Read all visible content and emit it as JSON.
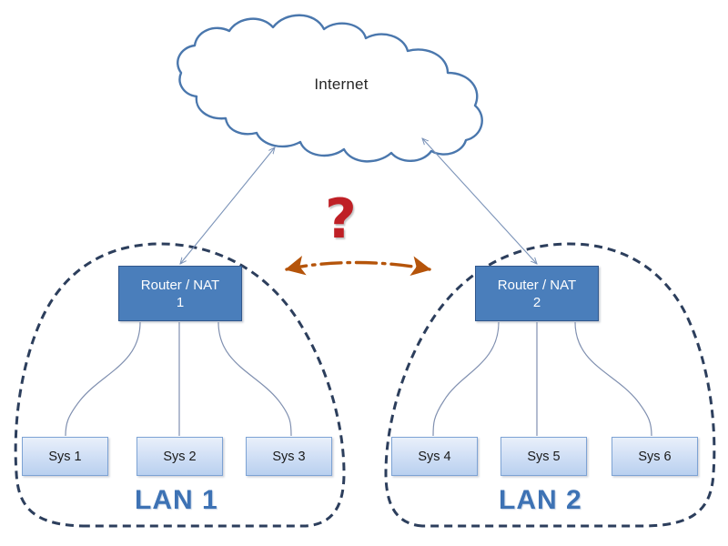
{
  "diagram": {
    "title_visible": false,
    "background_color": "#ffffff"
  },
  "cloud": {
    "label": "Internet",
    "stroke_color": "#4a77ad",
    "fill_color": "#ffffff"
  },
  "routers": [
    {
      "id": "router-1",
      "label": "Router  / NAT\n1",
      "fill": "#4a7ebb",
      "border": "#31578c",
      "text_color": "#ffffff"
    },
    {
      "id": "router-2",
      "label": "Router / NAT\n2",
      "fill": "#4a7ebb",
      "border": "#31578c",
      "text_color": "#ffffff"
    }
  ],
  "systems": [
    {
      "id": "sys-1",
      "label": "Sys 1"
    },
    {
      "id": "sys-2",
      "label": "Sys 2"
    },
    {
      "id": "sys-3",
      "label": "Sys 3"
    },
    {
      "id": "sys-4",
      "label": "Sys 4"
    },
    {
      "id": "sys-5",
      "label": "Sys 5"
    },
    {
      "id": "sys-6",
      "label": "Sys 6"
    }
  ],
  "lans": [
    {
      "id": "lan-1",
      "label": "LAN 1",
      "boundary_style": "dashed",
      "boundary_color": "#2c3e5c",
      "label_color": "#3d72b4"
    },
    {
      "id": "lan-2",
      "label": "LAN 2",
      "boundary_style": "dashed",
      "boundary_color": "#2c3e5c",
      "label_color": "#3d72b4"
    }
  ],
  "annotation": {
    "question_mark": "?",
    "question_mark_color": "#bf2026",
    "peer_link": {
      "style": "dash-dot",
      "color": "#b5540a",
      "arrowheads": "both",
      "meaning_visible": false
    }
  },
  "connectors": {
    "uplink_color": "#7b93b8",
    "uplink_style": "double-arrow",
    "lan_link_color": "#8090b0",
    "lan_link_style": "curve"
  },
  "colors": {
    "router_blue": "#4a7ebb",
    "sys_blue_light": "#d3e1f6",
    "sys_border": "#7da3d4",
    "cloud_stroke": "#4a77ad",
    "lan_dash": "#2c3e5c",
    "lan_text": "#3d72b4",
    "question_red": "#bf2026",
    "peer_arrow_brown": "#b5540a"
  }
}
